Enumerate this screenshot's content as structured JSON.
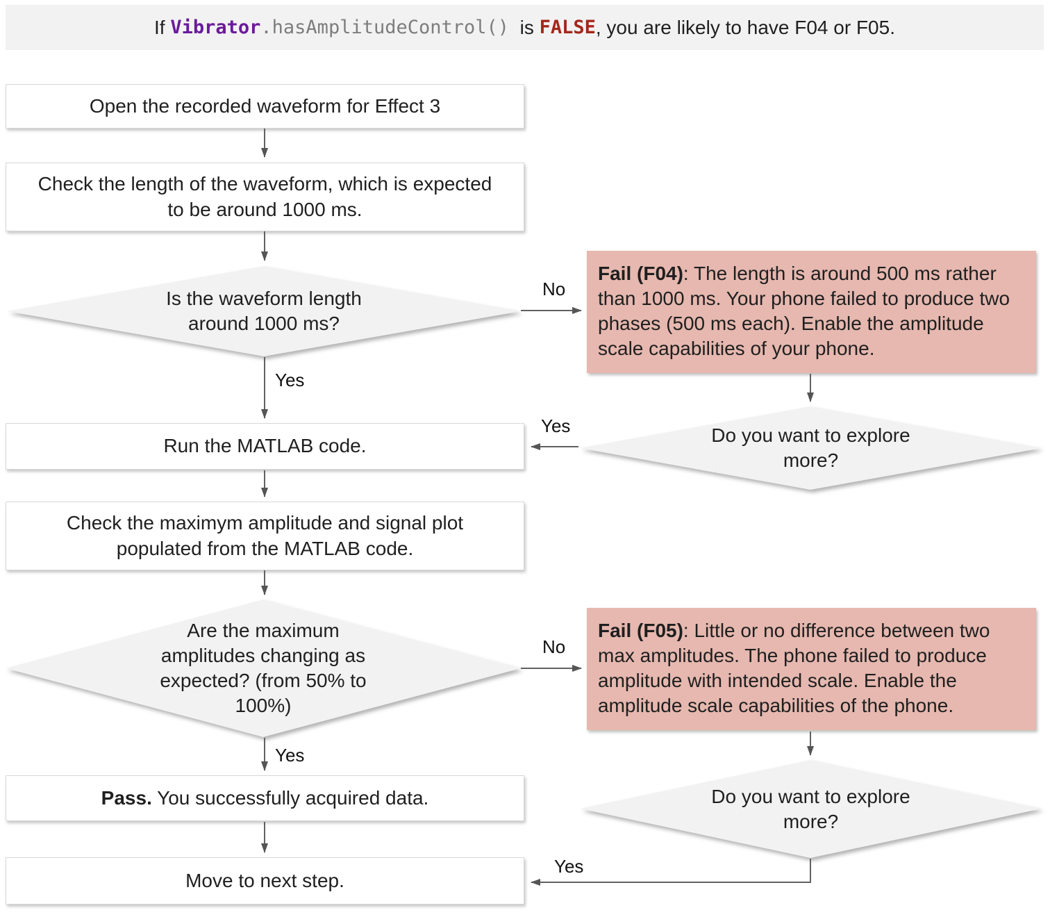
{
  "banner": {
    "prefix": "If ",
    "code_class": "Vibrator",
    "code_method": ".hasAmplitudeControl()",
    "connector": "  is ",
    "code_value": "FALSE",
    "suffix": ", you are likely to have F04 or F05."
  },
  "nodes": {
    "open_waveform": {
      "text": "Open the recorded waveform for Effect 3"
    },
    "check_length": {
      "text": "Check the length of the waveform, which is expected to be around 1000 ms."
    },
    "length_decision": {
      "text": "Is the waveform length around 1000 ms?"
    },
    "run_matlab": {
      "text": "Run the MATLAB code."
    },
    "check_amplitude": {
      "text": "Check the maximym amplitude and signal plot populated from the MATLAB code."
    },
    "amplitude_decision": {
      "text": "Are the maximum amplitudes changing as expected? (from 50% to 100%)"
    },
    "pass": {
      "bold": "Pass.",
      "text": " You successfully acquired data."
    },
    "move_next": {
      "text": "Move to next step."
    },
    "fail_f04": {
      "bold": "Fail (F04)",
      "text": ": The length is around 500 ms rather than 1000 ms. Your phone failed to produce two phases (500 ms each). Enable the amplitude scale capabilities of your phone."
    },
    "explore_1": {
      "text": "Do you want to explore more?"
    },
    "fail_f05": {
      "bold": "Fail (F05)",
      "text": ": Little or no difference between two max amplitudes. The phone failed to produce amplitude with intended scale. Enable the amplitude scale capabilities of the phone."
    },
    "explore_2": {
      "text": "Do you want to explore more?"
    }
  },
  "edges": {
    "length_yes": "Yes",
    "length_no": "No",
    "explore1_yes": "Yes",
    "amplitude_yes": "Yes",
    "amplitude_no": "No",
    "explore2_yes": "Yes"
  },
  "colors": {
    "banner_bg": "#f2f2f2",
    "node_bg": "#ffffff",
    "node_border": "#d8d8d8",
    "decision_bg": "#f2f2f2",
    "fail_bg": "#e6b8af",
    "arrow": "#616161",
    "code_class": "#6a1b9a",
    "code_plain": "#7d7d7d",
    "code_false": "#a3271b"
  }
}
